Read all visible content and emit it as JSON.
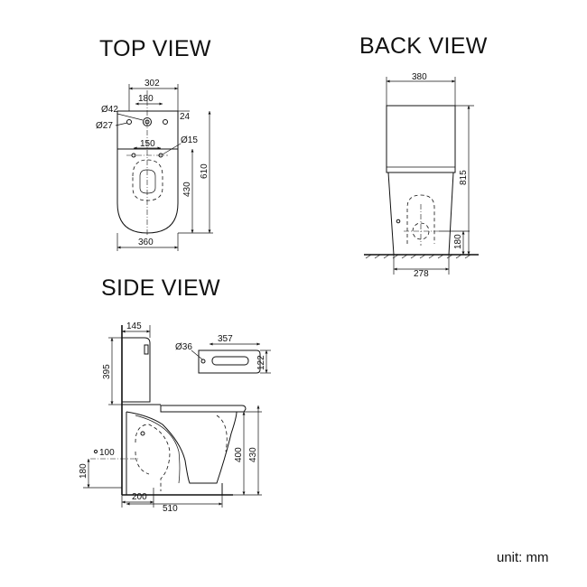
{
  "views": {
    "top": {
      "title": "TOP VIEW",
      "dims": {
        "overall_depth": "302",
        "hole_spacing": "180",
        "tap_hole": "Ø42",
        "fixing_hole": "Ø27",
        "tank_offset": "24",
        "fixing_spacing": "150",
        "small_hole": "Ø15",
        "bowl_length": "430",
        "total_length": "610",
        "width": "360"
      }
    },
    "back": {
      "title": "BACK VIEW",
      "dims": {
        "tank_width": "380",
        "height": "815",
        "outlet_height": "180",
        "base_width": "278"
      }
    },
    "side": {
      "title": "SIDE VIEW",
      "dims": {
        "tank_depth": "145",
        "tank_height": "395",
        "inlet_hole": "Ø36",
        "inlet_width": "357",
        "inlet_height": "122",
        "outlet_dia": "100",
        "outlet_height": "180",
        "rough_in": "200",
        "total_depth": "510",
        "bowl_height": "400",
        "seat_height": "430"
      }
    }
  },
  "footer": {
    "unit": "unit: mm"
  }
}
